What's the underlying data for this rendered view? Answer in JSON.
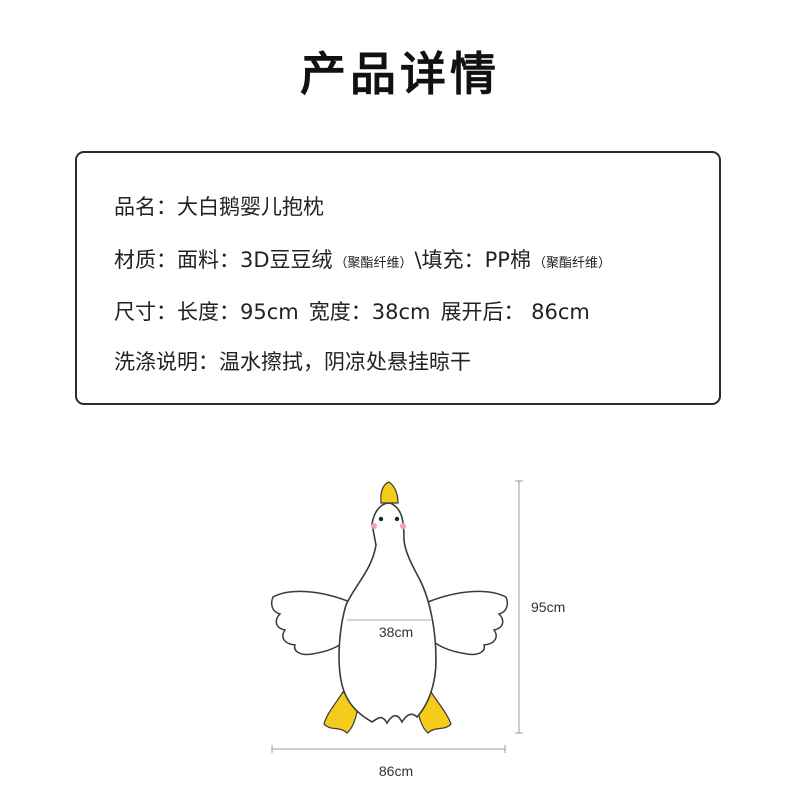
{
  "title": "产品详情",
  "details": {
    "name_label": "品名：",
    "name_value": "大白鹅婴儿抱枕",
    "material_label": "材质：",
    "fabric_text": "面料：3D豆豆绒",
    "fabric_note": "（聚酯纤维）",
    "filling_text": "\\填充：PP棉",
    "filling_note": "（聚酯纤维）",
    "size_label": "尺寸：",
    "length_text": "长度：95cm",
    "width_text": "宽度：38cm",
    "spread_text": "展开后：  86cm",
    "wash_label": "洗涤说明：",
    "wash_value": "温水擦拭，阴凉处悬挂晾干"
  },
  "figure": {
    "height_label": "95cm",
    "width_label": "38cm",
    "spread_label": "86cm"
  },
  "colors": {
    "beak_feet": "#f5cc1c",
    "cheeks": "#f2a0b2",
    "outline": "#3a3a3a",
    "border": "#2b2b2b"
  }
}
